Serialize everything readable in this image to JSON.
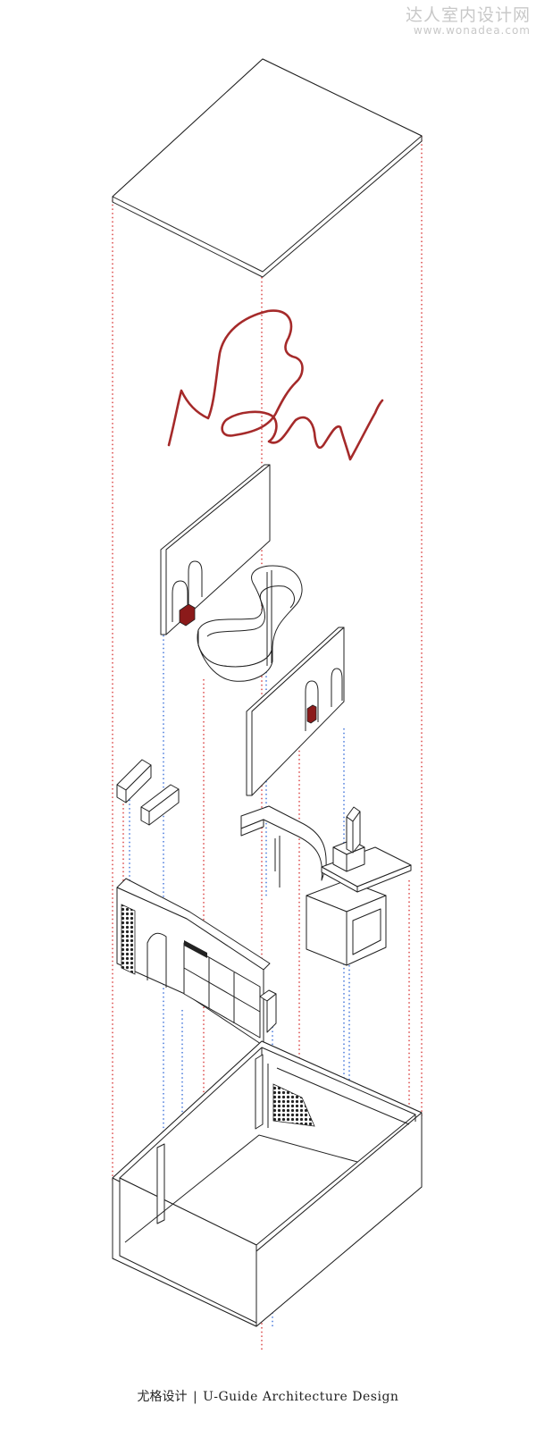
{
  "watermark": {
    "site_name": "达人室内设计网",
    "url": "www.wonadea.com"
  },
  "signage": {
    "script_text": "MoNw",
    "script_color": "#a52a2a"
  },
  "caption": {
    "cn": "尤格设计",
    "separator": "|",
    "en": "U-Guide Architecture Design"
  },
  "colors": {
    "line": "#222222",
    "guide_red": "#d93a3a",
    "guide_blue": "#3a6fd9",
    "accent": "#8b1a1a",
    "watermark": "#c8c8c8"
  }
}
